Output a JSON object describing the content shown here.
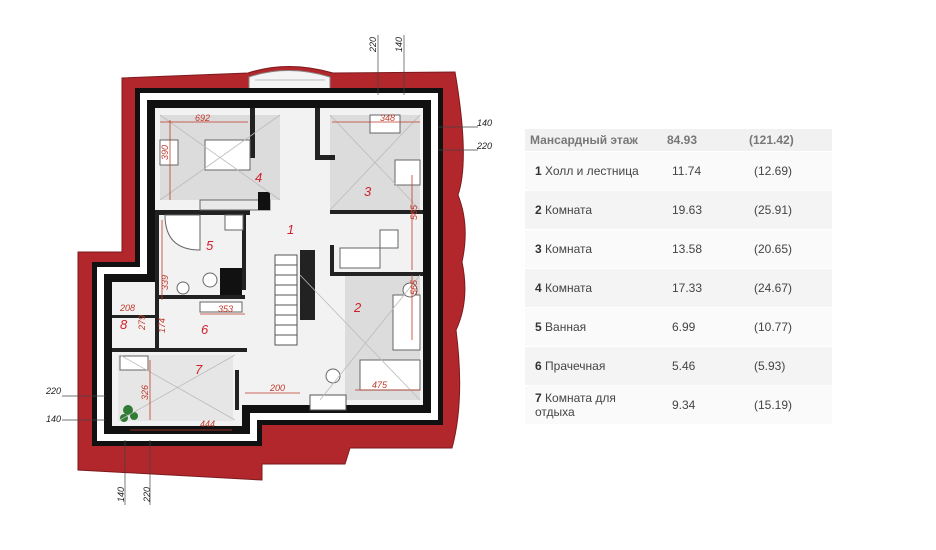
{
  "plan": {
    "dimensions": {
      "d692": "692",
      "d348": "348",
      "d390": "390",
      "d565a": "565",
      "d565b": "565",
      "d339": "339",
      "d353": "353",
      "d208": "208",
      "d279": "279",
      "d174": "174",
      "d326": "326",
      "d444": "444",
      "d200": "200",
      "d475": "475"
    },
    "outer_dims": {
      "top_220": "220",
      "top_140": "140",
      "right_140": "140",
      "right_220": "220",
      "left_220": "220",
      "left_140": "140",
      "bottom_140": "140",
      "bottom_220": "220"
    },
    "room_numbers": [
      "1",
      "2",
      "3",
      "4",
      "5",
      "6",
      "7",
      "8"
    ]
  },
  "table": {
    "header": {
      "label": "Мансардный этаж",
      "area": "84.93",
      "total": "(121.42)"
    },
    "rows": [
      {
        "index": "1",
        "name": "Холл и лестница",
        "area": "11.74",
        "total": "(12.69)"
      },
      {
        "index": "2",
        "name": "Комната",
        "area": "19.63",
        "total": "(25.91)"
      },
      {
        "index": "3",
        "name": "Комната",
        "area": "13.58",
        "total": "(20.65)"
      },
      {
        "index": "4",
        "name": "Комната",
        "area": "17.33",
        "total": "(24.67)"
      },
      {
        "index": "5",
        "name": "Ванная",
        "area": "6.99",
        "total": "(10.77)"
      },
      {
        "index": "6",
        "name": "Прачечная",
        "area": "5.46",
        "total": "(5.93)"
      },
      {
        "index": "7",
        "name": "Комната для отдыха",
        "area": "9.34",
        "total": "(15.19)"
      }
    ]
  }
}
